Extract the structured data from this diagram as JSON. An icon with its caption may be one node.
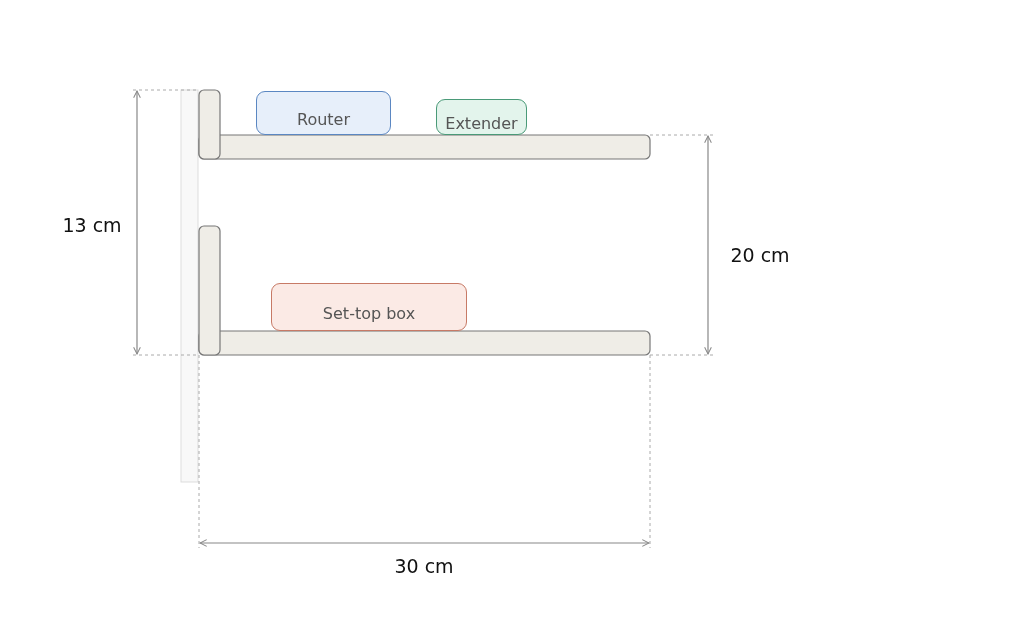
{
  "diagram": {
    "nodes": [
      {
        "text": [
          "Router"
        ]
      },
      {
        "text": [
          "Extender"
        ]
      },
      {
        "text": [
          "Set-top box"
        ]
      }
    ],
    "labels": [
      "13 cm",
      "20 cm",
      "30 cm"
    ]
  }
}
